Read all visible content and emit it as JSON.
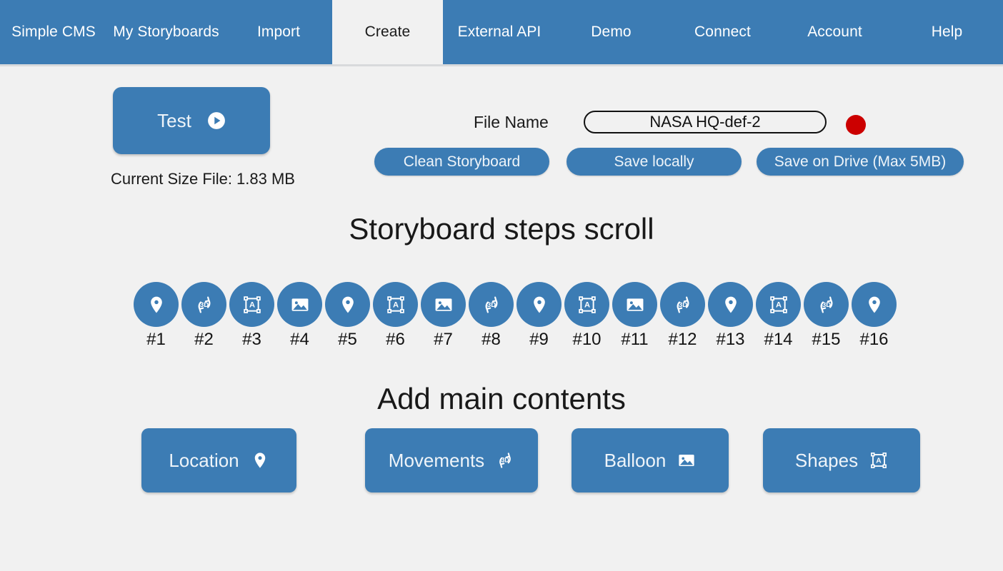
{
  "colors": {
    "brand_blue": "#3c7cb4",
    "page_background": "#f1f1f1",
    "record_red": "#cc0000",
    "text_dark": "#1a1a1a",
    "text_on_blue": "#eef4f9"
  },
  "navbar": {
    "tabs": [
      {
        "label": "Simple CMS",
        "active": false
      },
      {
        "label": "My Storyboards",
        "active": false
      },
      {
        "label": "Import",
        "active": false
      },
      {
        "label": "Create",
        "active": true
      },
      {
        "label": "External API",
        "active": false
      },
      {
        "label": "Demo",
        "active": false
      },
      {
        "label": "Connect",
        "active": false
      },
      {
        "label": "Account",
        "active": false
      },
      {
        "label": "Help",
        "active": false
      }
    ]
  },
  "toolbar": {
    "test_label": "Test",
    "test_icon": "play-circle-icon",
    "current_size_file": "Current Size File:  1.83 MB",
    "file_name_label": "File Name",
    "file_name_value": "NASA HQ-def-2",
    "file_name_placeholder": "File name",
    "record_indicator": "record-status-dot",
    "clean_storyboard_label": "Clean Storyboard",
    "save_locally_label": "Save locally",
    "save_on_drive_label": "Save on Drive (Max 5MB)"
  },
  "steps_section": {
    "heading": "Storyboard steps scroll",
    "steps": [
      {
        "label": "#1",
        "icon": "location-pin-icon"
      },
      {
        "label": "#2",
        "icon": "movements-3d-icon"
      },
      {
        "label": "#3",
        "icon": "shapes-icon"
      },
      {
        "label": "#4",
        "icon": "image-icon"
      },
      {
        "label": "#5",
        "icon": "location-pin-icon"
      },
      {
        "label": "#6",
        "icon": "shapes-icon"
      },
      {
        "label": "#7",
        "icon": "image-icon"
      },
      {
        "label": "#8",
        "icon": "movements-3d-icon"
      },
      {
        "label": "#9",
        "icon": "location-pin-icon"
      },
      {
        "label": "#10",
        "icon": "shapes-icon"
      },
      {
        "label": "#11",
        "icon": "image-icon"
      },
      {
        "label": "#12",
        "icon": "movements-3d-icon"
      },
      {
        "label": "#13",
        "icon": "location-pin-icon"
      },
      {
        "label": "#14",
        "icon": "shapes-icon"
      },
      {
        "label": "#15",
        "icon": "movements-3d-icon"
      },
      {
        "label": "#16",
        "icon": "location-pin-icon"
      }
    ]
  },
  "add_contents_section": {
    "heading": "Add main contents",
    "buttons": [
      {
        "label": "Location",
        "icon": "location-pin-icon"
      },
      {
        "label": "Movements",
        "icon": "movements-3d-icon"
      },
      {
        "label": "Balloon",
        "icon": "image-icon"
      },
      {
        "label": "Shapes",
        "icon": "shapes-icon"
      }
    ]
  }
}
